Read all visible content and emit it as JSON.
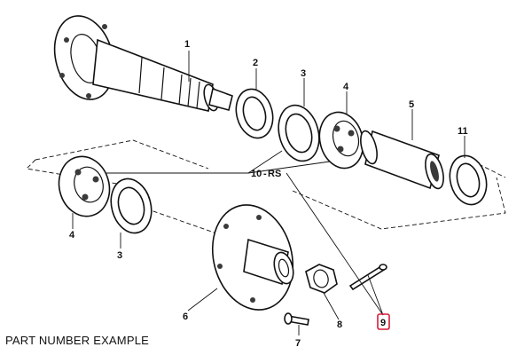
{
  "caption": "PART NUMBER EXAMPLE",
  "callouts": {
    "p1": "1",
    "p2": "2",
    "p3": "3",
    "p4": "4",
    "p5": "5",
    "p6": "6",
    "p7": "7",
    "p8": "8",
    "p9": "9",
    "p10": "10",
    "p10_suffix": "RS",
    "p11": "11",
    "p3b": "3",
    "p4b": "4"
  },
  "colors": {
    "ink": "#111111",
    "highlight": "#d81b3a"
  }
}
